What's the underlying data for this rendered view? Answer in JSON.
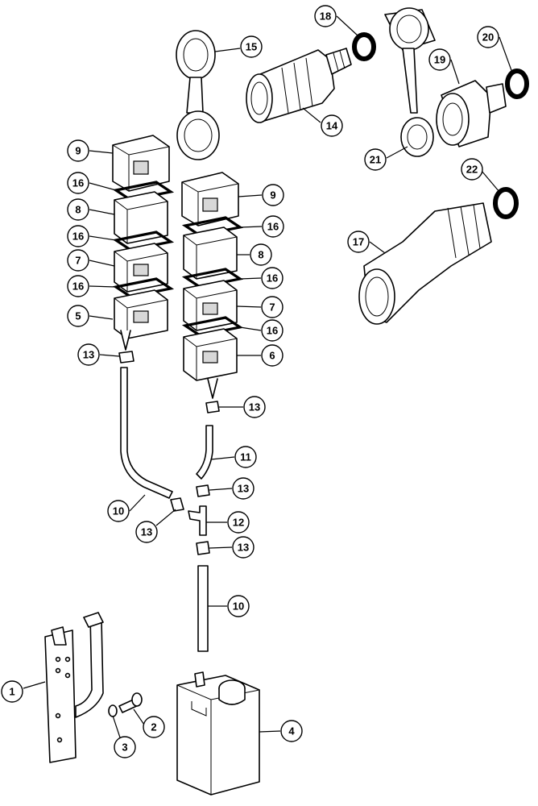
{
  "callouts": [
    {
      "id": "c1",
      "label": "1"
    },
    {
      "id": "c2",
      "label": "2"
    },
    {
      "id": "c3",
      "label": "3"
    },
    {
      "id": "c4",
      "label": "4"
    },
    {
      "id": "c5",
      "label": "5"
    },
    {
      "id": "c6",
      "label": "6"
    },
    {
      "id": "c7a",
      "label": "7"
    },
    {
      "id": "c7b",
      "label": "7"
    },
    {
      "id": "c8a",
      "label": "8"
    },
    {
      "id": "c8b",
      "label": "8"
    },
    {
      "id": "c9a",
      "label": "9"
    },
    {
      "id": "c9b",
      "label": "9"
    },
    {
      "id": "c10a",
      "label": "10"
    },
    {
      "id": "c10b",
      "label": "10"
    },
    {
      "id": "c11",
      "label": "11"
    },
    {
      "id": "c12",
      "label": "12"
    },
    {
      "id": "c13a",
      "label": "13"
    },
    {
      "id": "c13b",
      "label": "13"
    },
    {
      "id": "c13c",
      "label": "13"
    },
    {
      "id": "c13d",
      "label": "13"
    },
    {
      "id": "c13e",
      "label": "13"
    },
    {
      "id": "c14",
      "label": "14"
    },
    {
      "id": "c15",
      "label": "15"
    },
    {
      "id": "c16a",
      "label": "16"
    },
    {
      "id": "c16b",
      "label": "16"
    },
    {
      "id": "c16c",
      "label": "16"
    },
    {
      "id": "c16d",
      "label": "16"
    },
    {
      "id": "c16e",
      "label": "16"
    },
    {
      "id": "c16f",
      "label": "16"
    },
    {
      "id": "c17",
      "label": "17"
    },
    {
      "id": "c18",
      "label": "18"
    },
    {
      "id": "c19",
      "label": "19"
    },
    {
      "id": "c20",
      "label": "20"
    },
    {
      "id": "c21",
      "label": "21"
    },
    {
      "id": "c22",
      "label": "22"
    }
  ]
}
